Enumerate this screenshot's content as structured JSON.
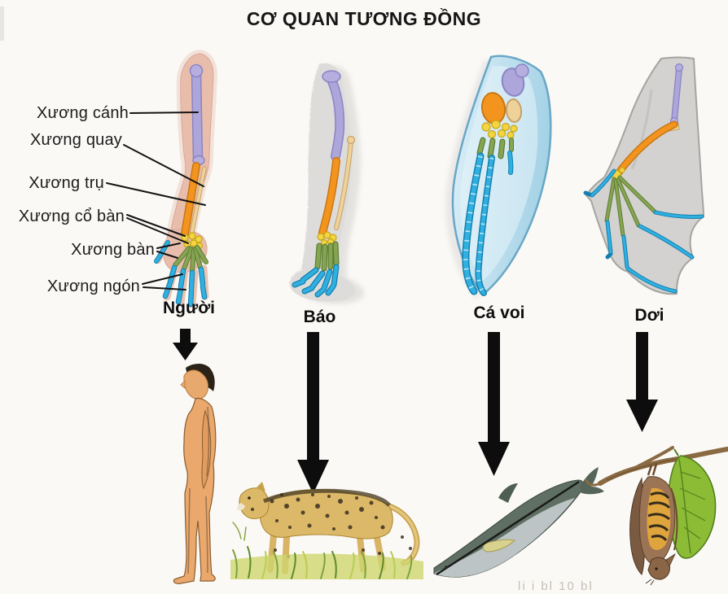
{
  "title": "CƠ QUAN TƯƠNG ĐỒNG",
  "bone_labels": [
    {
      "label": "Xương cánh"
    },
    {
      "label": "Xương quay"
    },
    {
      "label": "Xương trụ"
    },
    {
      "label": "Xương cổ bàn"
    },
    {
      "label": "Xương bàn"
    },
    {
      "label": "Xương ngón"
    }
  ],
  "organisms": [
    {
      "name": "Người"
    },
    {
      "name": "Báo"
    },
    {
      "name": "Cá voi"
    },
    {
      "name": "Dơi"
    }
  ],
  "watermark_fragment": "li i bl  10  bl",
  "colors": {
    "humerus": "#aca6da",
    "radius": "#f3941f",
    "ulna": "#eed299",
    "carpals": "#f3d540",
    "metacarpals": "#87a452",
    "phalanges": "#2fb0e0",
    "human_skin": "#e9bdac",
    "cat_fur": "#dddcda",
    "whale_flipper": "#bcdeee",
    "bat_membrane": "#d3d2d0",
    "arrow": "#0d0d0d"
  }
}
